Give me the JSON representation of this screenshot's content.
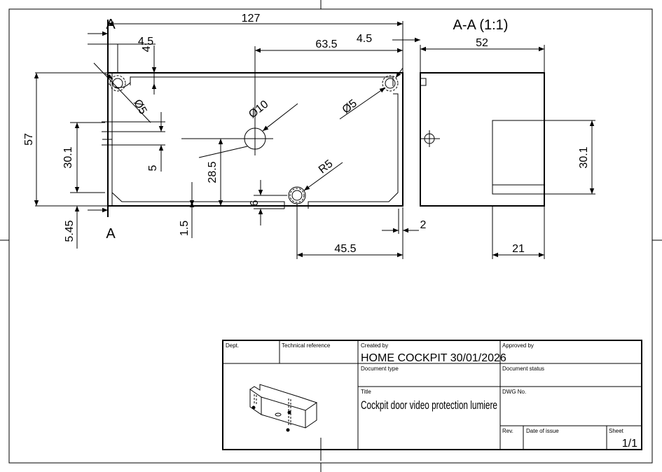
{
  "drawing": {
    "section_marker_top": "A",
    "section_marker_bottom": "A",
    "section_title": "A-A (1:1)",
    "dimensions": {
      "overall_length": "127",
      "hole_offset_x_left": "4.5",
      "hole_offset_y_left": "4",
      "center_hole_x": "63.5",
      "hole_offset_x_right": "4.5",
      "height": "57",
      "slot_height": "30.1",
      "slot_width": "5",
      "hole_height": "28.5",
      "hole_left_dia": "Ø5",
      "hole_center_dia": "Ø10",
      "hole_right_dia": "Ø5",
      "radius": "R5",
      "notch": "6",
      "bottom_offset": "5.45",
      "wall": "1.5",
      "right_wall": "2",
      "bottom_hole_x": "45.5",
      "section_width": "52",
      "section_slot_height": "30.1",
      "section_slot_depth": "21"
    }
  },
  "title_block": {
    "dept_label": "Dept.",
    "tech_ref_label": "Technical reference",
    "created_by_label": "Created by",
    "created_by_value": "HOME COCKPIT  30/01/2026",
    "approved_by_label": "Approved by",
    "document_type_label": "Document type",
    "document_status_label": "Document status",
    "title_label": "Title",
    "title_value": "Cockpit door video protection lumiere",
    "dwg_no_label": "DWG No.",
    "rev_label": "Rev.",
    "date_of_issue_label": "Date of issue",
    "sheet_label": "Sheet",
    "sheet_value": "1/1"
  }
}
